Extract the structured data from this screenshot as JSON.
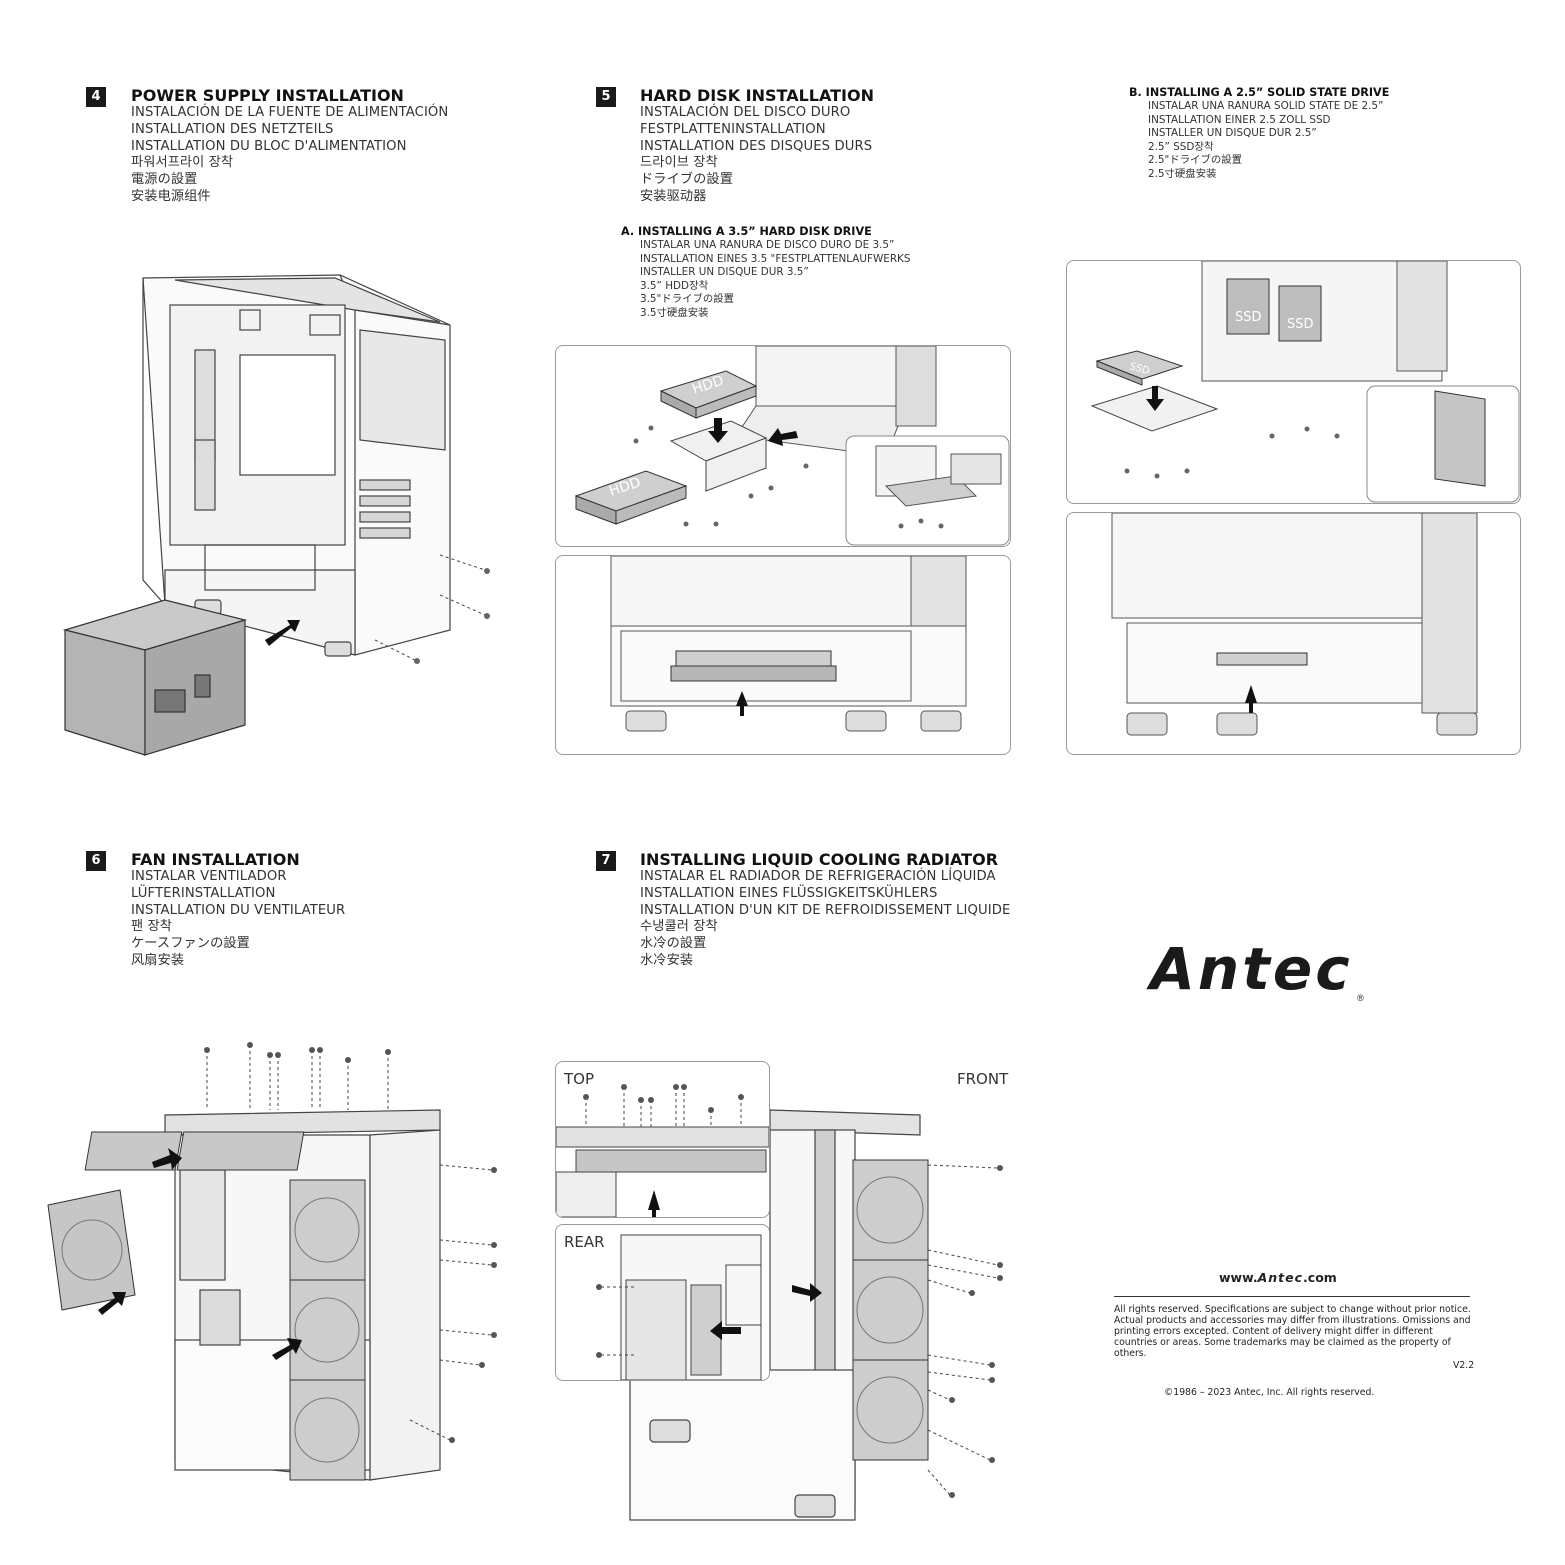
{
  "s4": {
    "num": "4",
    "title": "POWER SUPPLY INSTALLATION",
    "lines": [
      "INSTALACIÓN DE LA FUENTE DE ALIMENTACIÓN",
      "INSTALLATION DES NETZTEILS",
      "INSTALLATION DU BLOC D'ALIMENTATION",
      "파워서프라이 장착",
      "電源の設置",
      "安装电源组件"
    ]
  },
  "s5": {
    "num": "5",
    "title": "HARD DISK INSTALLATION",
    "lines": [
      "INSTALACIÓN DEL DISCO DURO",
      "FESTPLATTENINSTALLATION",
      "INSTALLATION DES DISQUES DURS",
      "드라이브 장착",
      "ドライブの設置",
      "安装驱动器"
    ],
    "a": {
      "title": "A.  INSTALLING A 3.5”  HARD DISK DRIVE",
      "lines": [
        "INSTALAR UNA RANURA DE DISCO DURO DE 3.5”",
        "INSTALLATION EINES 3.5 \"FESTPLATTENLAUFWERKS",
        "INSTALLER UN DISQUE DUR 3.5”",
        "3.5” HDD장착",
        "3.5\"ドライブの設置",
        "3.5寸硬盘安装"
      ],
      "drive_label": "HDD"
    },
    "b": {
      "title": "B.  INSTALLING A 2.5”  SOLID STATE DRIVE",
      "lines": [
        "INSTALAR UNA RANURA SOLID STATE DE 2.5”",
        "INSTALLATION EINER 2.5 ZOLL SSD",
        "INSTALLER UN DISQUE DUR 2.5”",
        "2.5” SSD장착",
        "2.5\"ドライブの設置",
        "2.5寸硬盘安装"
      ],
      "drive_label": "SSD"
    }
  },
  "s6": {
    "num": "6",
    "title": "FAN INSTALLATION",
    "lines": [
      "INSTALAR VENTILADOR",
      "LÜFTERINSTALLATION",
      "INSTALLATION DU VENTILATEUR",
      "팬 장착",
      "ケースファンの設置",
      "风扇安装"
    ]
  },
  "s7": {
    "num": "7",
    "title": "INSTALLING LIQUID COOLING RADIATOR",
    "lines": [
      "INSTALAR EL RADIADOR DE REFRIGERACIÓN LÍQUIDA",
      "INSTALLATION EINES FLÜSSIGKEITSKÜHLERS",
      "INSTALLATION D'UN KIT DE REFROIDISSEMENT LIQUIDE",
      "수냉쿨러 장착",
      "水冷の設置",
      "水冷安装"
    ],
    "label_top": "TOP",
    "label_rear": "REAR",
    "label_front": "FRONT"
  },
  "brand": {
    "logo": "Antec",
    "reg": "®",
    "url_prefix": "www.",
    "url_logo": "Antec",
    "url_suffix": ".com",
    "disclaimer": "All rights reserved. Specifications are subject to change without prior notice. Actual products and accessories may differ from illustrations. Omissions and printing errors excepted. Content of delivery might differ in different countries or areas. Some trademarks may be claimed as the property of others.",
    "version": "V2.2",
    "copyright": "©1986 – 2023 Antec, Inc. All rights reserved."
  },
  "colors": {
    "ink": "#1a1a1a",
    "panel_border": "#9a9a9a",
    "drawing_line": "#444444",
    "fill_gray": "#cfcfcf"
  }
}
